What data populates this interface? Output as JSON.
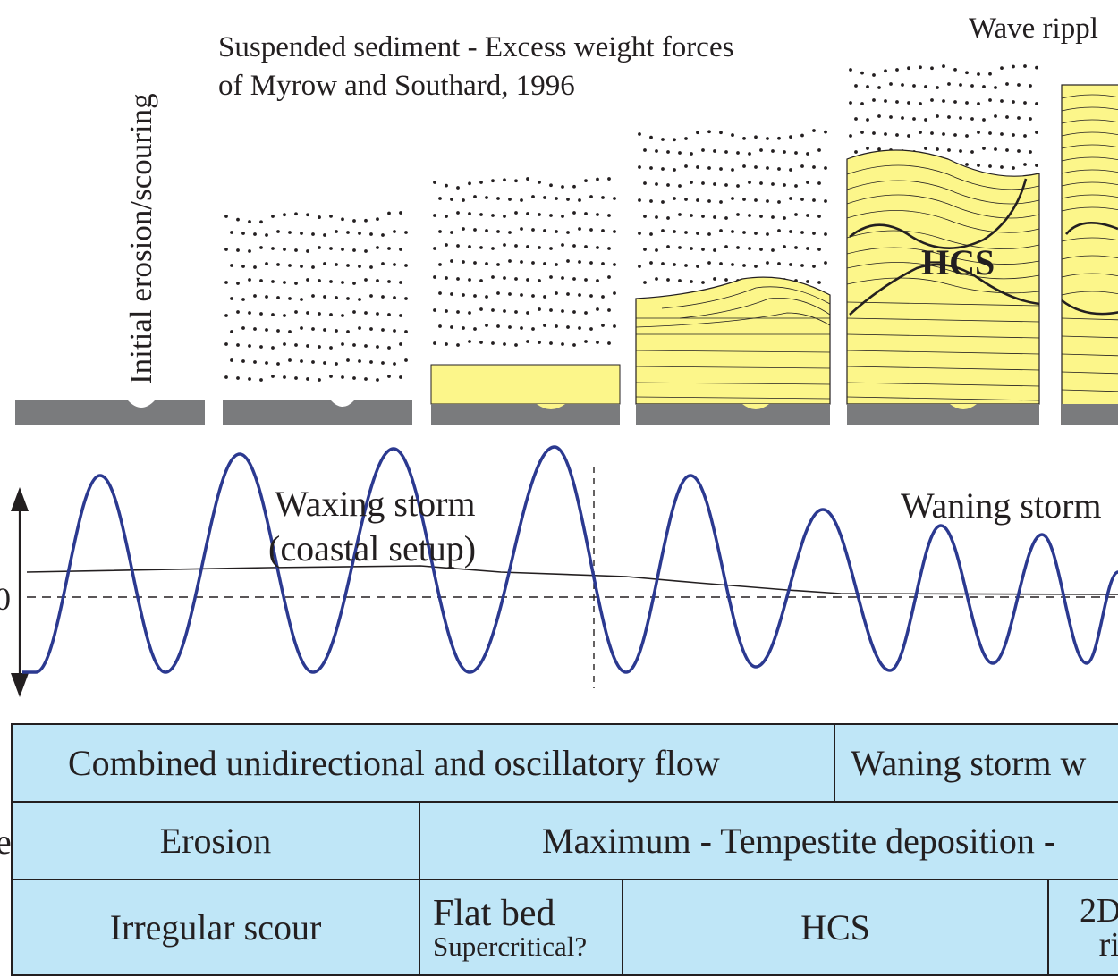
{
  "labels": {
    "initial_erosion": "Initial erosion/scouring",
    "suspended_line1": "Suspended sediment - Excess weight forces",
    "suspended_line2": "of Myrow and Southard, 1996",
    "wave_ripples": "Wave rippl",
    "hcs": "HCS",
    "waxing_line1": "Waxing storm",
    "waxing_line2": "(coastal setup)",
    "waning": "Waning storm",
    "zero": "0",
    "edge_e": "e"
  },
  "colors": {
    "sand": "#fcf68a",
    "bedrock": "#7a7b7d",
    "wave": "#2b3990",
    "table_fill": "#bfe6f7",
    "ink": "#231f20"
  },
  "table": {
    "row1": {
      "combined": "Combined unidirectional and oscillatory flow",
      "waning": "Waning storm w"
    },
    "row2": {
      "erosion": "Erosion",
      "maximum": "Maximum - Tempestite deposition -"
    },
    "row3": {
      "irregular": "Irregular scour",
      "flat_bed": "Flat bed",
      "supercritical": "Supercritical?",
      "hcs": "HCS",
      "c4_line1": "2D",
      "c4_line2": "ri"
    }
  }
}
